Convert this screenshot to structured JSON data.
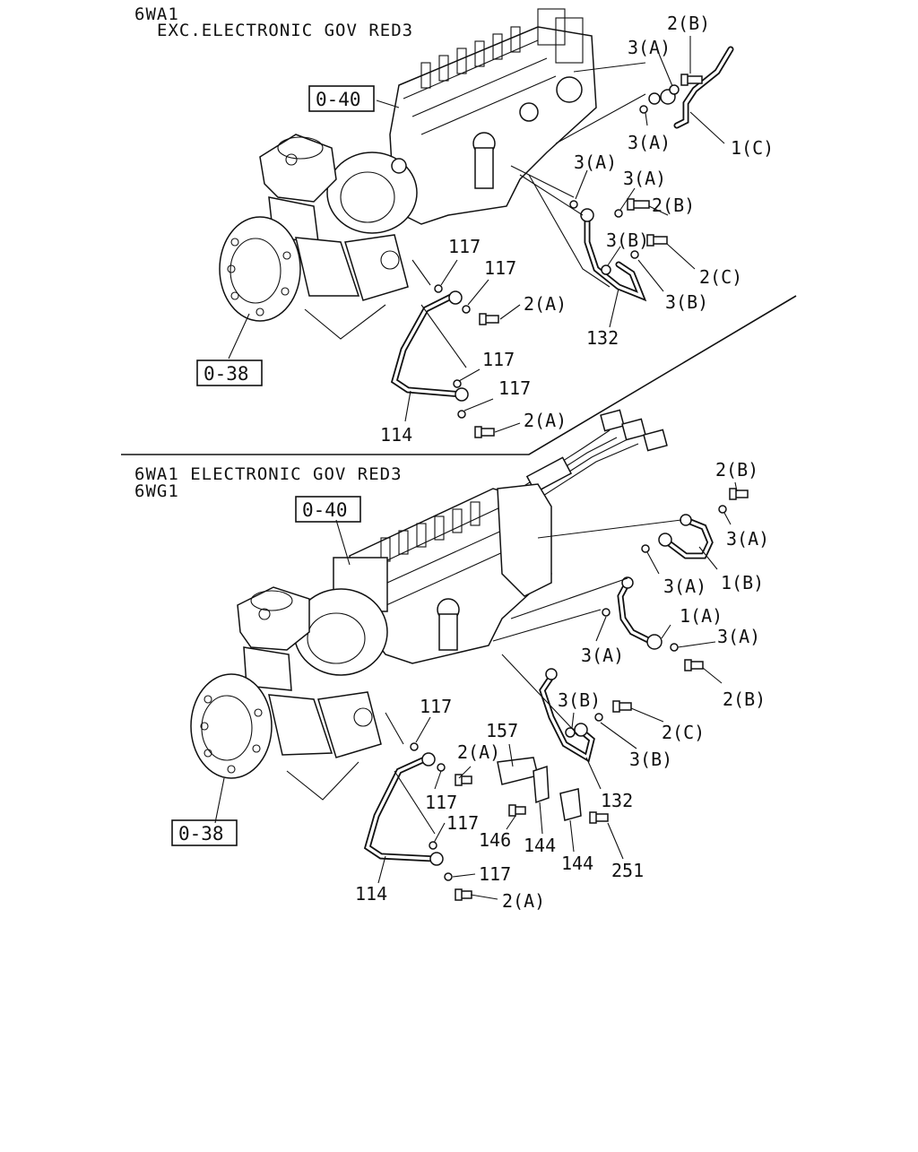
{
  "sections": [
    {
      "header": [
        "6WA1",
        "EXC.ELECTRONIC GOV RED3"
      ],
      "refs": [
        "0-40",
        "0-38"
      ],
      "labels": [
        "2(B)",
        "3(A)",
        "3(A)",
        "1(C)",
        "3(A)",
        "3(A)",
        "2(B)",
        "3(B)",
        "2(C)",
        "3(B)",
        "132",
        "117",
        "117",
        "2(A)",
        "117",
        "117",
        "2(A)",
        "114"
      ]
    },
    {
      "header": [
        "6WA1 ELECTRONIC GOV RED3",
        "6WG1"
      ],
      "refs": [
        "0-40",
        "0-38"
      ],
      "labels": [
        "2(B)",
        "3(A)",
        "3(A)",
        "1(B)",
        "1(A)",
        "3(A)",
        "3(A)",
        "2(B)",
        "3(B)",
        "2(C)",
        "3(B)",
        "132",
        "117",
        "2(A)",
        "157",
        "117",
        "117",
        "146",
        "144",
        "144",
        "251",
        "117",
        "2(A)",
        "114"
      ]
    }
  ]
}
